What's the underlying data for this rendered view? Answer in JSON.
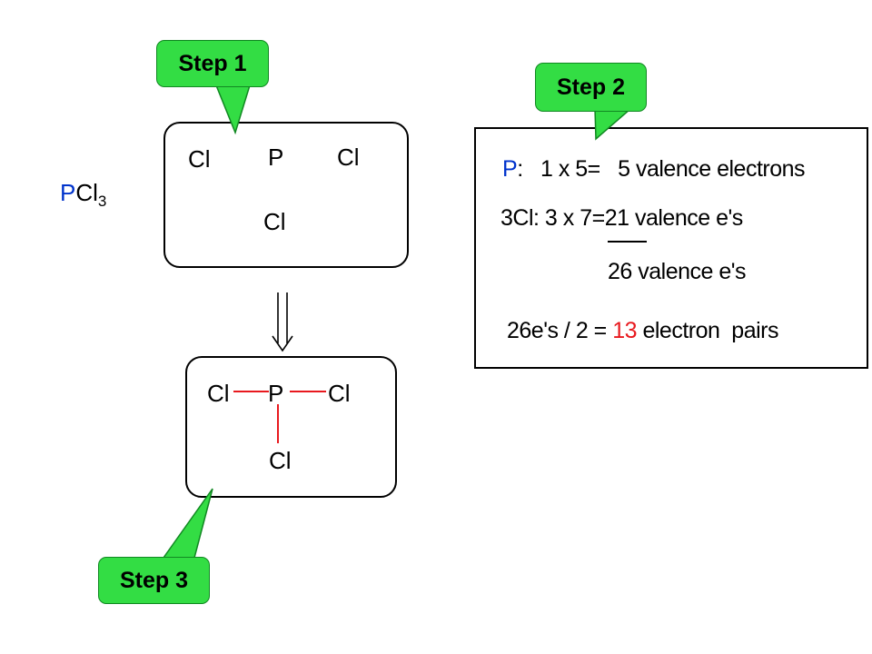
{
  "formula": {
    "p": "P",
    "cl": "Cl",
    "sub": "3"
  },
  "step1": {
    "label": "Step 1",
    "atoms": {
      "cl_left": "Cl",
      "p": "P",
      "cl_right": "Cl",
      "cl_bottom": "Cl"
    }
  },
  "step2": {
    "label": "Step 2",
    "line1": {
      "p": "P",
      "a": ":   1 x 5=",
      "b": "5 valence electrons"
    },
    "line2": "3Cl: 3 x 7=21 valence e's",
    "line3": "26 valence e's",
    "line4": {
      "a": "26e's / 2 = ",
      "num": "13",
      "b": " electron  pairs"
    }
  },
  "step3": {
    "label": "Step 3",
    "atoms": {
      "cl_left": "Cl",
      "p": "P",
      "cl_right": "Cl",
      "cl_bottom": "Cl"
    }
  },
  "colors": {
    "callout": "#33dd44",
    "phosphorus": "#0033cc",
    "bond": "#e8191e",
    "highlight": "#e8191e"
  }
}
